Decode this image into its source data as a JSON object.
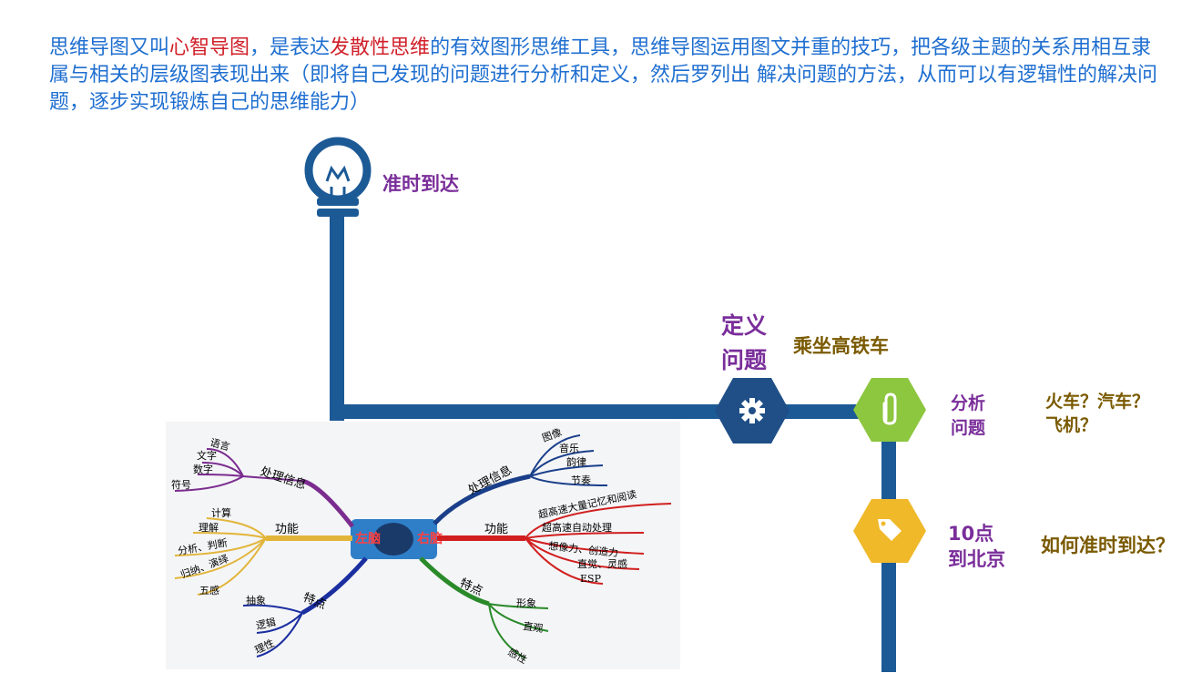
{
  "intro": {
    "p1": "思维导图又叫",
    "h1": "心智导图",
    "p2": "，是表达",
    "h2": "发散性思维",
    "p3": "的有效图形思维工具，思维导图运用图文并重的技巧，把各级主题的关系用相互隶属与相关的层级图表现出来（即将自己发现的问题进行分析和定义，然后罗列出  解决问题的方法，从而可以有逻辑性的解决问题，逐步实现锻炼自己的思维能力）"
  },
  "flow": {
    "goal": "准时到达",
    "define_line1": "定义",
    "define_line2": "问题",
    "define_answer": "乘坐高铁车",
    "analyze_line1": "分析",
    "analyze_line2": "问题",
    "analyze_answer_line1": "火车？汽车？",
    "analyze_answer_line2": "飞机？",
    "tag_line1": "10点",
    "tag_line2": "到北京",
    "tag_answer": "如何准时到达？"
  },
  "icons": [
    "lightbulb-icon",
    "gear-icon",
    "paperclip-icon",
    "tag-icon"
  ],
  "colors": {
    "pipe": "#1c5a96",
    "gear_hex": "#1f4f86",
    "clip_hex": "#8dc63f",
    "tag_hex": "#f0b92a",
    "purple_text": "#7a2e9a",
    "olive_text": "#7a5a00",
    "intro_text": "#1f6fd0",
    "intro_highlight": "#d0202a"
  },
  "mindmap": {
    "center_left": "左脑",
    "center_right": "右脑",
    "left": [
      {
        "label": "处理信息",
        "color": "#7b2c8f",
        "items": [
          "语言",
          "文字",
          "数字",
          "符号"
        ]
      },
      {
        "label": "功能",
        "color": "#e2b53a",
        "items": [
          "计算",
          "理解",
          "分析、判断",
          "归纳、演绎",
          "五感"
        ]
      },
      {
        "label": "特点",
        "color": "#1b2fa0",
        "items": [
          "抽象",
          "逻辑",
          "理性"
        ]
      }
    ],
    "right": [
      {
        "label": "处理信息",
        "color": "#1a3f8a",
        "items": [
          "图像",
          "音乐",
          "韵律",
          "节奏"
        ]
      },
      {
        "label": "功能",
        "color": "#d11f1f",
        "items": [
          "超高速大量记忆和阅读",
          "超高速自动处理",
          "想像力、创造力",
          "直觉、灵感",
          "ESP"
        ]
      },
      {
        "label": "特点",
        "color": "#2a8a2a",
        "items": [
          "形象",
          "直观",
          "感性"
        ]
      }
    ]
  }
}
